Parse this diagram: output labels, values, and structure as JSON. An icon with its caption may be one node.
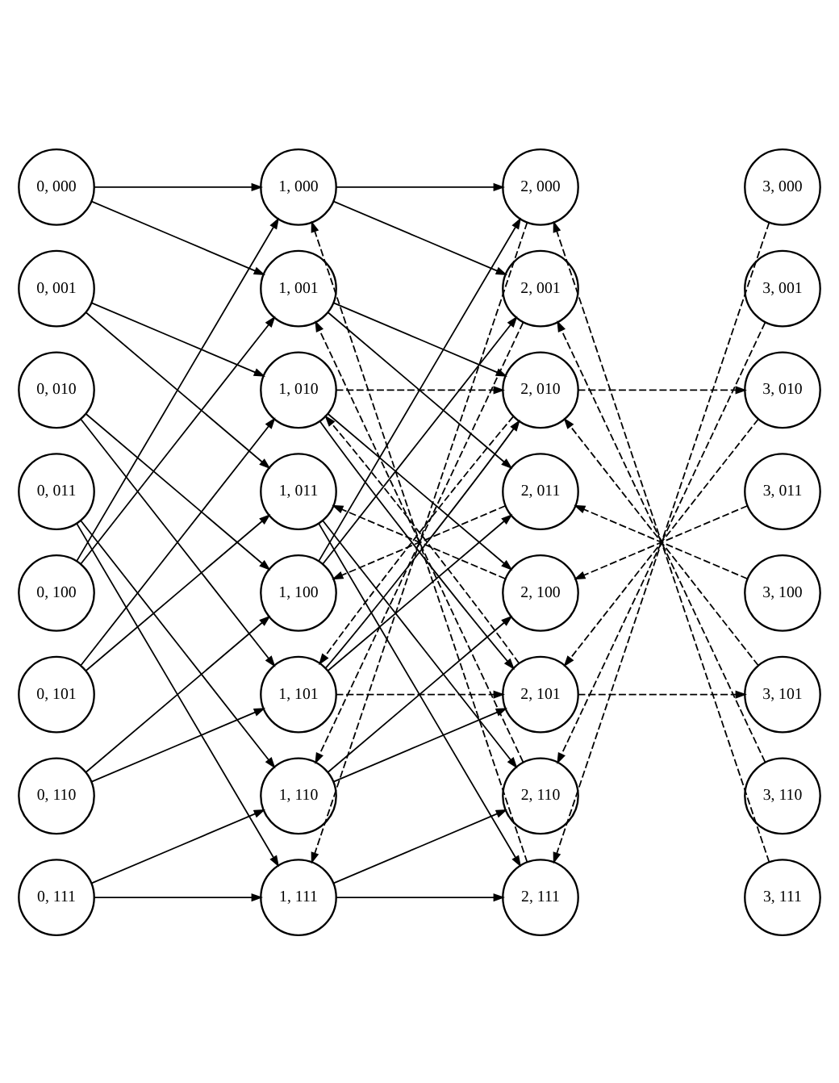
{
  "diagram": {
    "nodes": [
      {
        "text": [
          "0, 000"
        ]
      },
      {
        "text": [
          "0, 001"
        ]
      },
      {
        "text": [
          "0, 010"
        ]
      },
      {
        "text": [
          "0, 011"
        ]
      },
      {
        "text": [
          "0, 100"
        ]
      },
      {
        "text": [
          "0, 101"
        ]
      },
      {
        "text": [
          "0, 110"
        ]
      },
      {
        "text": [
          "0, 111"
        ]
      },
      {
        "text": [
          "1, 000"
        ]
      },
      {
        "text": [
          "1, 001"
        ]
      },
      {
        "text": [
          "1, 010"
        ]
      },
      {
        "text": [
          "1, 011"
        ]
      },
      {
        "text": [
          "1, 100"
        ]
      },
      {
        "text": [
          "1, 101"
        ]
      },
      {
        "text": [
          "1, 110"
        ]
      },
      {
        "text": [
          "1, 111"
        ]
      },
      {
        "text": [
          "2, 000"
        ]
      },
      {
        "text": [
          "2, 001"
        ]
      },
      {
        "text": [
          "2, 010"
        ]
      },
      {
        "text": [
          "2, 011"
        ]
      },
      {
        "text": [
          "2, 100"
        ]
      },
      {
        "text": [
          "2, 101"
        ]
      },
      {
        "text": [
          "2, 110"
        ]
      },
      {
        "text": [
          "2, 111"
        ]
      },
      {
        "text": [
          "3, 000"
        ]
      },
      {
        "text": [
          "3, 001"
        ]
      },
      {
        "text": [
          "3, 010"
        ]
      },
      {
        "text": [
          "3, 011"
        ]
      },
      {
        "text": [
          "3, 100"
        ]
      },
      {
        "text": [
          "3, 101"
        ]
      },
      {
        "text": [
          "3, 110"
        ]
      },
      {
        "text": [
          "3, 111"
        ]
      }
    ],
    "edges": [
      {
        "from": 0,
        "to": 8,
        "arrow": "to"
      },
      {
        "from": 0,
        "to": 9,
        "arrow": "to"
      },
      {
        "from": 1,
        "to": 10,
        "arrow": "to"
      },
      {
        "from": 1,
        "to": 11,
        "arrow": "to"
      },
      {
        "from": 2,
        "to": 12,
        "arrow": "to"
      },
      {
        "from": 2,
        "to": 13,
        "arrow": "to"
      },
      {
        "from": 3,
        "to": 14,
        "arrow": "to"
      },
      {
        "from": 3,
        "to": 15,
        "arrow": "to"
      },
      {
        "from": 4,
        "to": 8,
        "arrow": "to"
      },
      {
        "from": 4,
        "to": 9,
        "arrow": "to"
      },
      {
        "from": 5,
        "to": 10,
        "arrow": "to"
      },
      {
        "from": 5,
        "to": 11,
        "arrow": "to"
      },
      {
        "from": 6,
        "to": 12,
        "arrow": "to"
      },
      {
        "from": 6,
        "to": 13,
        "arrow": "to"
      },
      {
        "from": 7,
        "to": 14,
        "arrow": "to"
      },
      {
        "from": 7,
        "to": 15,
        "arrow": "to"
      },
      {
        "from": 8,
        "to": 16,
        "arrow": "to"
      },
      {
        "from": 8,
        "to": 17,
        "arrow": "to"
      },
      {
        "from": 9,
        "to": 18,
        "arrow": "to"
      },
      {
        "from": 9,
        "to": 19,
        "arrow": "to"
      },
      {
        "from": 10,
        "to": 20,
        "arrow": "to"
      },
      {
        "from": 10,
        "to": 21,
        "arrow": "to"
      },
      {
        "from": 11,
        "to": 22,
        "arrow": "to"
      },
      {
        "from": 11,
        "to": 23,
        "arrow": "to"
      },
      {
        "from": 12,
        "to": 16,
        "arrow": "to"
      },
      {
        "from": 12,
        "to": 17,
        "arrow": "to"
      },
      {
        "from": 13,
        "to": 18,
        "arrow": "to"
      },
      {
        "from": 13,
        "to": 19,
        "arrow": "to"
      },
      {
        "from": 14,
        "to": 20,
        "arrow": "to"
      },
      {
        "from": 14,
        "to": 21,
        "arrow": "to"
      },
      {
        "from": 15,
        "to": 22,
        "arrow": "to"
      },
      {
        "from": 15,
        "to": 23,
        "arrow": "to"
      },
      {
        "from": 16,
        "to": 15,
        "arrow": "to",
        "style": "dashed"
      },
      {
        "from": 17,
        "to": 14,
        "arrow": "to",
        "style": "dashed"
      },
      {
        "from": 18,
        "to": 13,
        "arrow": "to",
        "style": "dashed"
      },
      {
        "from": 19,
        "to": 12,
        "arrow": "to",
        "style": "dashed"
      },
      {
        "from": 20,
        "to": 11,
        "arrow": "to",
        "style": "dashed"
      },
      {
        "from": 21,
        "to": 10,
        "arrow": "to",
        "style": "dashed"
      },
      {
        "from": 22,
        "to": 9,
        "arrow": "to",
        "style": "dashed"
      },
      {
        "from": 23,
        "to": 8,
        "arrow": "to",
        "style": "dashed"
      },
      {
        "from": 10,
        "to": 18,
        "arrow": "to",
        "style": "dashed"
      },
      {
        "from": 13,
        "to": 21,
        "arrow": "to",
        "style": "dashed"
      },
      {
        "from": 24,
        "to": 23,
        "arrow": "to",
        "style": "dashed"
      },
      {
        "from": 25,
        "to": 22,
        "arrow": "to",
        "style": "dashed"
      },
      {
        "from": 26,
        "to": 21,
        "arrow": "to",
        "style": "dashed"
      },
      {
        "from": 27,
        "to": 20,
        "arrow": "to",
        "style": "dashed"
      },
      {
        "from": 28,
        "to": 19,
        "arrow": "to",
        "style": "dashed"
      },
      {
        "from": 29,
        "to": 18,
        "arrow": "to",
        "style": "dashed"
      },
      {
        "from": 30,
        "to": 17,
        "arrow": "to",
        "style": "dashed"
      },
      {
        "from": 31,
        "to": 16,
        "arrow": "to",
        "style": "dashed"
      },
      {
        "from": 18,
        "to": 26,
        "arrow": "to",
        "style": "dashed"
      },
      {
        "from": 21,
        "to": 29,
        "arrow": "to",
        "style": "dashed"
      }
    ]
  }
}
